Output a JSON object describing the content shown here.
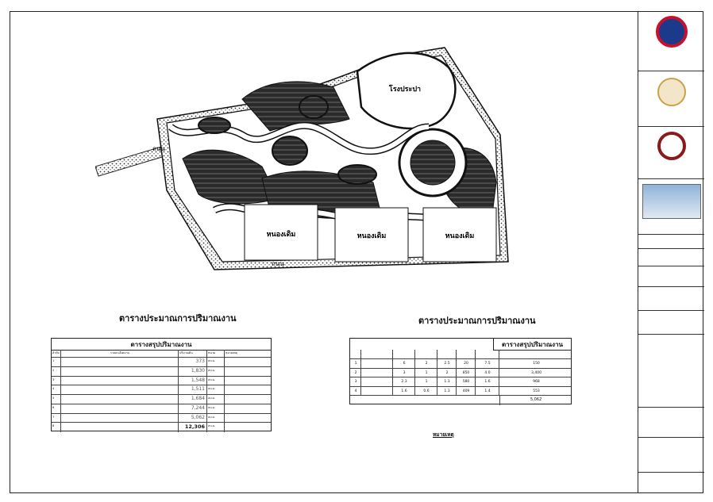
{
  "site_plan": {
    "plant_label": "โรงประปา",
    "road_label_top": "ถนน",
    "road_label_bottom": "ถนน",
    "ponds": [
      "หนองเดิม",
      "หนองเดิม",
      "หนองเดิม"
    ]
  },
  "left_section": {
    "heading": "ตารางประมาณการปริมาณงาน",
    "table_title": "ตารางสรุปปริมาณงาน",
    "columns": [
      "ลำดับ",
      "รายละเอียดงาน",
      "ปริมาณดิน",
      "หน่วย",
      "หมายเหตุ"
    ],
    "rows": [
      {
        "no": "1",
        "desc": "",
        "qty": "373",
        "unit": "ลบ.ม.",
        "note": ""
      },
      {
        "no": "2",
        "desc": "",
        "qty": "1,830",
        "unit": "ลบ.ม.",
        "note": ""
      },
      {
        "no": "3",
        "desc": "",
        "qty": "1,548",
        "unit": "ลบ.ม.",
        "note": ""
      },
      {
        "no": "4",
        "desc": "",
        "qty": "1,511",
        "unit": "ลบ.ม.",
        "note": ""
      },
      {
        "no": "5",
        "desc": "",
        "qty": "1,684",
        "unit": "ลบ.ม.",
        "note": ""
      },
      {
        "no": "6",
        "desc": "",
        "qty": "7,244",
        "unit": "ลบ.ม.",
        "note": ""
      },
      {
        "no": "7",
        "desc": "",
        "qty": "5,062",
        "unit": "ลบ.ม.",
        "note": ""
      },
      {
        "no": "8",
        "desc": "",
        "qty": "12,306",
        "unit": "ลบ.ม.",
        "note": ""
      }
    ]
  },
  "right_section": {
    "heading": "ตารางประมาณการปริมาณงาน",
    "table_title": "ตารางสรุปปริมาณงาน",
    "rows": [
      {
        "no": "1",
        "name": "",
        "a": "6",
        "b": "2",
        "c": "2.5",
        "d": "20",
        "e": "7.5",
        "f": "150"
      },
      {
        "no": "2",
        "name": "",
        "a": "3",
        "b": "1",
        "c": "2",
        "d": "850",
        "e": "4.0",
        "f": "3,400"
      },
      {
        "no": "3",
        "name": "",
        "a": "2.3",
        "b": "1",
        "c": "1.3",
        "d": "580",
        "e": "1.6",
        "f": "968"
      },
      {
        "no": "4",
        "name": "",
        "a": "1.6",
        "b": "0.6",
        "c": "1.3",
        "d": "409",
        "e": "1.4",
        "f": "553"
      }
    ],
    "total_value": "5,062"
  },
  "remarks": {
    "title": "หมายเหตุ",
    "lines": [
      "",
      "",
      "",
      "",
      ""
    ]
  },
  "colors": {
    "ink": "#111111",
    "dark_area": "#2a2a2a",
    "logo_blue": "#1b3a8a",
    "logo_red": "#c8102e",
    "logo_gold": "#c9a24a",
    "logo_maroon": "#8b1a1a"
  }
}
